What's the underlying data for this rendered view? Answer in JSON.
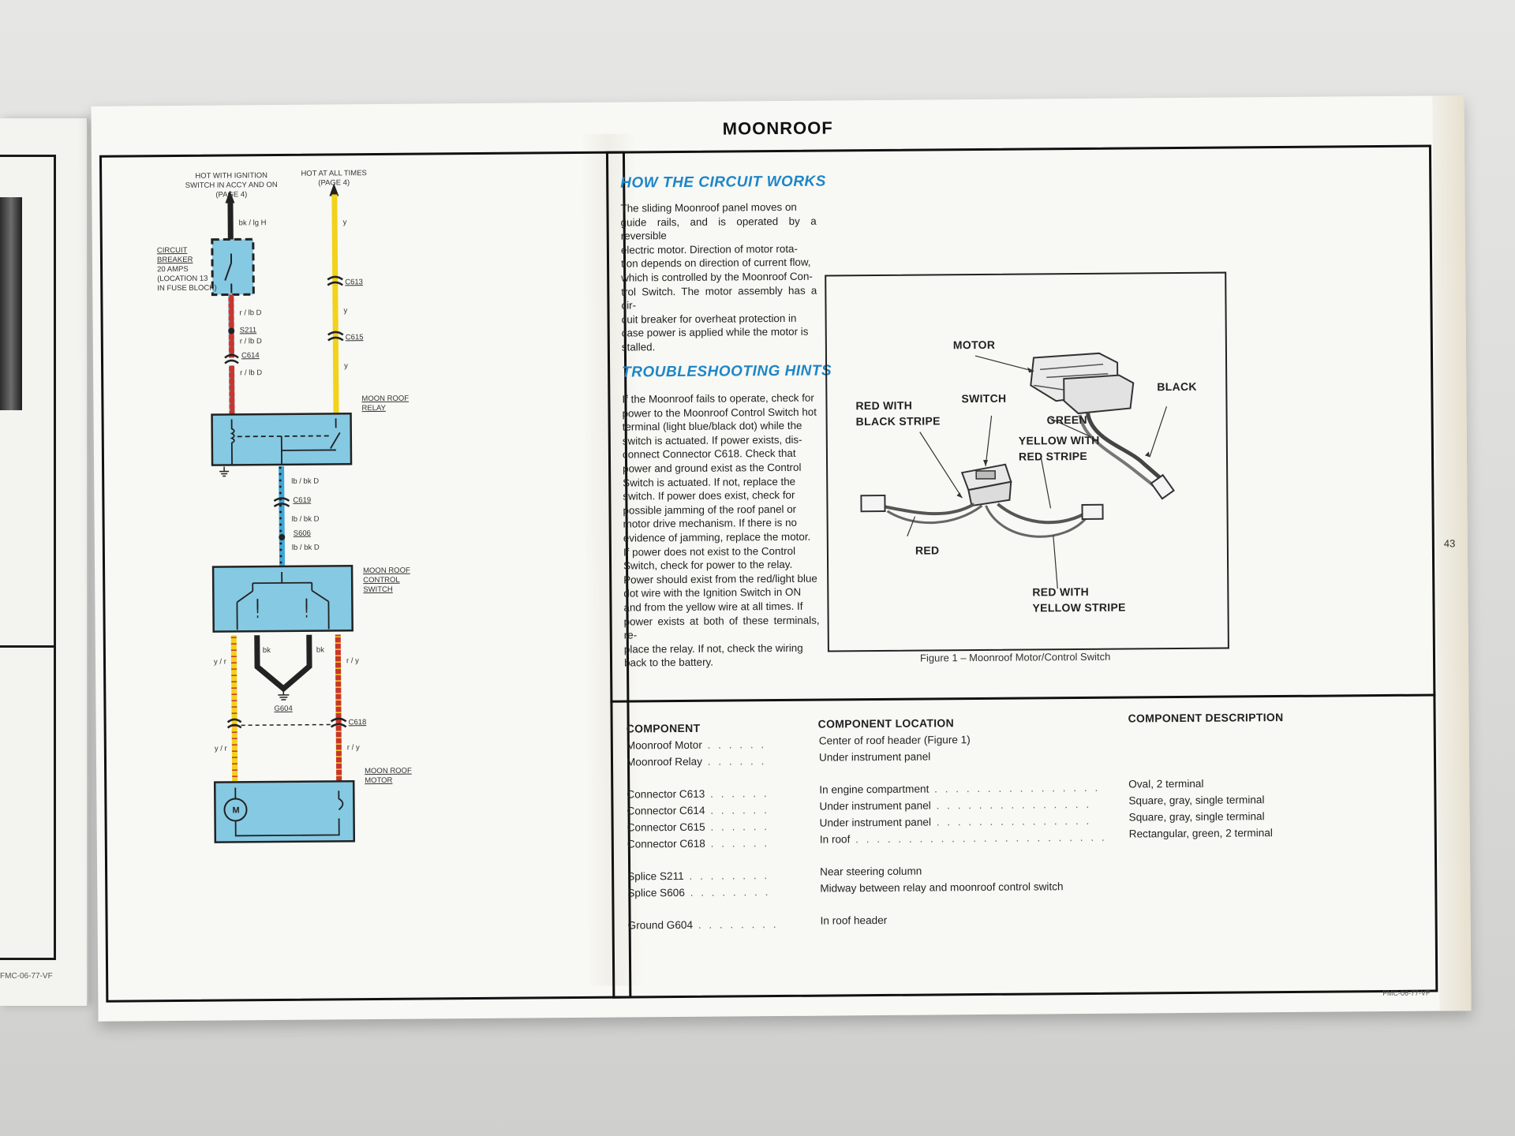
{
  "page_title": "MOONROOF",
  "page_number": "43",
  "footer_code": "FMC-06-77-VF",
  "prev_footer_code": "FMC-06-77-VF",
  "how_circuit": {
    "heading": "HOW THE CIRCUIT WORKS",
    "lines": [
      "The sliding Moonroof panel moves on",
      "guide rails, and is operated by a reversible",
      "electric motor.  Direction of motor rota-",
      "tion depends on direction of current flow,",
      "which is controlled by the Moonroof Con-",
      "trol Switch.  The motor assembly has a cir-",
      "cuit breaker for overheat protection in",
      "case power is applied while the motor is",
      "stalled."
    ]
  },
  "troubleshooting": {
    "heading": "TROUBLESHOOTING HINTS",
    "lines": [
      "If the Moonroof fails to operate, check for",
      "power to the Moonroof Control Switch hot",
      "terminal (light blue/black dot) while the",
      "switch is actuated.  If power exists, dis-",
      "connect Connector C618.  Check that",
      "power and ground exist as the Control",
      "Switch is actuated.  If not, replace the",
      "switch.  If power does exist, check for",
      "possible jamming of the roof panel or",
      "motor drive mechanism.  If there is no",
      "evidence of jamming, replace the motor.",
      "If power does not exist to the Control",
      "Switch, check for power to the relay.",
      "Power should exist from the red/light blue",
      "dot wire with the Ignition Switch in ON",
      "and from the yellow wire at all times.  If",
      "power exists at both of these terminals, re-",
      "place the relay.  If not, check the wiring",
      "back to the battery."
    ]
  },
  "figure": {
    "caption": "Figure 1 – Moonroof Motor/Control Switch",
    "labels": {
      "motor": "MOTOR",
      "black": "BLACK",
      "switch": "SWITCH",
      "red_black_1": "RED WITH",
      "red_black_2": "BLACK STRIPE",
      "green": "GREEN",
      "yellow_red_1": "YELLOW WITH",
      "yellow_red_2": "RED STRIPE",
      "red": "RED",
      "red_yellow_1": "RED WITH",
      "red_yellow_2": "YELLOW STRIPE"
    }
  },
  "table": {
    "headers": [
      "COMPONENT",
      "COMPONENT LOCATION",
      "COMPONENT DESCRIPTION"
    ],
    "groups": [
      [
        {
          "component": "Moonroof Motor",
          "location": "Center of roof header (Figure 1)",
          "description": ""
        },
        {
          "component": "Moonroof Relay",
          "location": "Under instrument panel",
          "description": ""
        }
      ],
      [
        {
          "component": "Connector C613",
          "location": "In engine compartment",
          "description": "Oval, 2 terminal"
        },
        {
          "component": "Connector C614",
          "location": "Under instrument panel",
          "description": "Square, gray, single terminal"
        },
        {
          "component": "Connector C615",
          "location": "Under instrument panel",
          "description": "Square, gray, single terminal"
        },
        {
          "component": "Connector C618",
          "location": "In roof",
          "description": "Rectangular, green, 2 terminal"
        }
      ],
      [
        {
          "component": "Splice S211",
          "location": "Near steering column",
          "description": ""
        },
        {
          "component": "Splice S606",
          "location": "Midway between relay and moonroof control switch",
          "description": ""
        }
      ],
      [
        {
          "component": "Ground G604",
          "location": "In roof header",
          "description": ""
        }
      ]
    ]
  },
  "schematic": {
    "hot_ign_1": "HOT WITH IGNITION",
    "hot_ign_2": "SWITCH IN ACCY AND ON",
    "hot_ign_3": "(PAGE 4)",
    "hot_all_1": "HOT AT ALL TIMES",
    "hot_all_2": "(PAGE 4)",
    "wire_bk_lg": "bk / lg  H",
    "wire_y": "y",
    "cb_1": "CIRCUIT",
    "cb_2": "BREAKER",
    "cb_3": "20 AMPS",
    "cb_4": "(LOCATION 13",
    "cb_5": "IN FUSE BLOCK)",
    "c613": "C613",
    "c615": "C615",
    "c614": "C614",
    "c619": "C619",
    "c618": "C618",
    "s211": "S211",
    "s606": "S606",
    "g604": "G604",
    "r_lb_d": "r / lb  D",
    "lb_bk_d": "lb / bk  D",
    "bk": "bk",
    "y_r": "y / r",
    "r_y": "r / y",
    "relay_1": "MOON ROOF",
    "relay_2": "RELAY",
    "switch_1": "MOON ROOF",
    "switch_2": "CONTROL",
    "switch_3": "SWITCH",
    "motor_1": "MOON ROOF",
    "motor_2": "MOTOR",
    "motor_m": "M",
    "colors": {
      "box": "#86c9e3",
      "yellow": "#f2d21a",
      "red": "#c8362e",
      "lightblue": "#3fa7d6",
      "black": "#222222"
    }
  }
}
